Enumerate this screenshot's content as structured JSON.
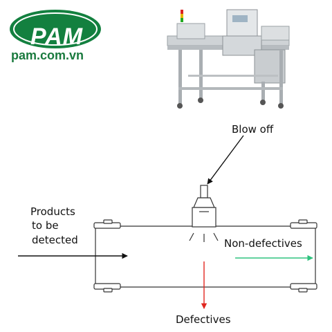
{
  "brand": {
    "logo_text": "PAM",
    "website": "pam.com.vn",
    "logo_color": "#13803f"
  },
  "diagram": {
    "labels": {
      "blow_off": "Blow off",
      "products_line1": "Products",
      "products_line2": "to be",
      "products_line3": "detected",
      "non_defectives": "Non-defectives",
      "defectives": "Defectives"
    },
    "colors": {
      "non_defectives_arrow": "#2ec27e",
      "defectives_arrow": "#e0261f",
      "conveyor_outline": "#333333"
    }
  }
}
